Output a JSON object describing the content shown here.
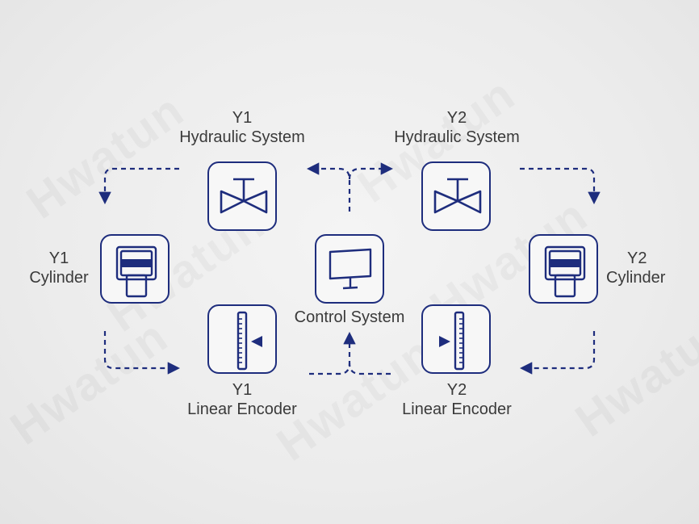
{
  "watermark": "Hwatun",
  "nodes": {
    "y1_hydraulic": {
      "line1": "Y1",
      "line2": "Hydraulic System",
      "icon": "valve-icon"
    },
    "y2_hydraulic": {
      "line1": "Y2",
      "line2": "Hydraulic System",
      "icon": "valve-icon"
    },
    "y1_cylinder": {
      "line1": "Y1",
      "line2": "Cylinder",
      "icon": "cylinder-icon"
    },
    "y2_cylinder": {
      "line1": "Y2",
      "line2": "Cylinder",
      "icon": "cylinder-icon"
    },
    "control": {
      "line1": "Control System",
      "icon": "monitor-icon"
    },
    "y1_encoder": {
      "line1": "Y1",
      "line2": "Linear Encoder",
      "icon": "linear-scale-icon"
    },
    "y2_encoder": {
      "line1": "Y2",
      "line2": "Linear Encoder",
      "icon": "linear-scale-icon"
    }
  },
  "colors": {
    "stroke": "#1e2d7d",
    "text": "#3a3a3a",
    "background": "#ececec"
  }
}
